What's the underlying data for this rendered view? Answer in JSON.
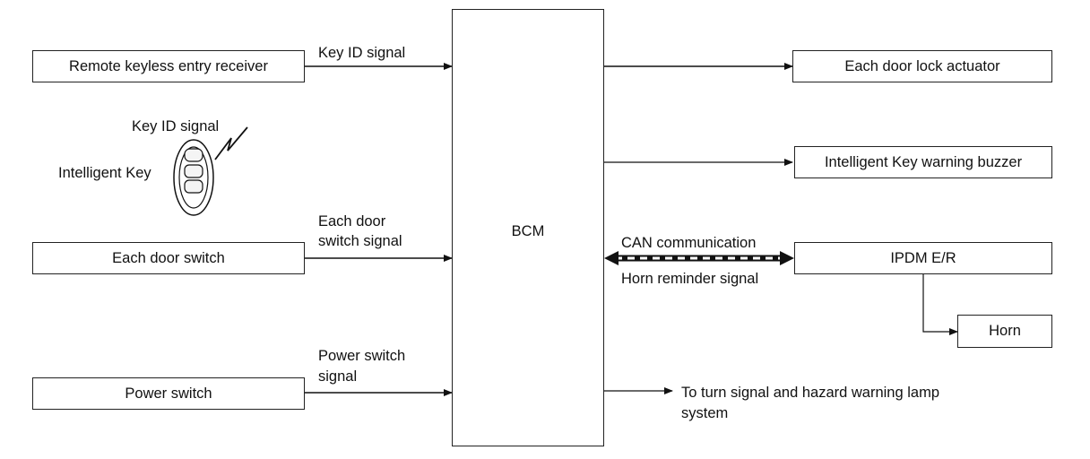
{
  "bcm": {
    "label": "BCM"
  },
  "inputs": {
    "remote_receiver": {
      "label": "Remote keyless entry receiver",
      "signal": "Key ID signal"
    },
    "intelligent_key": {
      "label": "Intelligent Key",
      "signal": "Key ID signal"
    },
    "door_switch": {
      "label": "Each door switch",
      "signal_line1": "Each door",
      "signal_line2": "switch signal"
    },
    "power_switch": {
      "label": "Power switch",
      "signal_line1": "Power switch",
      "signal_line2": "signal"
    }
  },
  "outputs": {
    "door_lock_actuator": {
      "label": "Each door lock actuator"
    },
    "warning_buzzer": {
      "label": "Intelligent Key warning buzzer"
    },
    "ipdm": {
      "label": "IPDM E/R",
      "can_label": "CAN communication",
      "horn_signal_label": "Horn reminder signal"
    },
    "horn": {
      "label": "Horn"
    },
    "turn_signal": {
      "line1": "To turn signal and hazard warning lamp",
      "line2": "system"
    }
  }
}
